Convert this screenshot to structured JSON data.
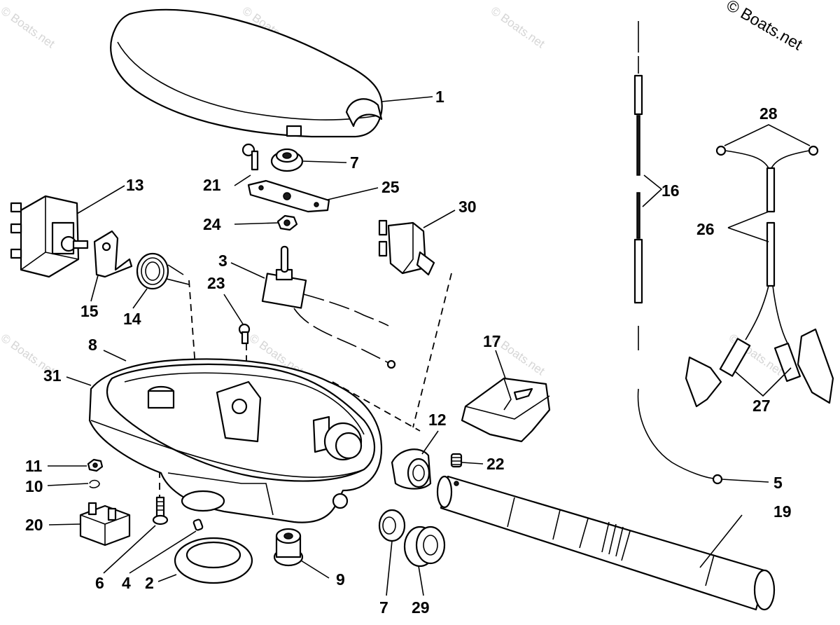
{
  "copyright": "© Boats.net",
  "watermark": "© Boats.net",
  "callouts": [
    {
      "id": "1",
      "text": "1"
    },
    {
      "id": "7a",
      "text": "7"
    },
    {
      "id": "21",
      "text": "21"
    },
    {
      "id": "25",
      "text": "25"
    },
    {
      "id": "24",
      "text": "24"
    },
    {
      "id": "30",
      "text": "30"
    },
    {
      "id": "13",
      "text": "13"
    },
    {
      "id": "3",
      "text": "3"
    },
    {
      "id": "23",
      "text": "23"
    },
    {
      "id": "15",
      "text": "15"
    },
    {
      "id": "14",
      "text": "14"
    },
    {
      "id": "8",
      "text": "8"
    },
    {
      "id": "31",
      "text": "31"
    },
    {
      "id": "17",
      "text": "17"
    },
    {
      "id": "12",
      "text": "12"
    },
    {
      "id": "22",
      "text": "22"
    },
    {
      "id": "11",
      "text": "11"
    },
    {
      "id": "10",
      "text": "10"
    },
    {
      "id": "20",
      "text": "20"
    },
    {
      "id": "6",
      "text": "6"
    },
    {
      "id": "4",
      "text": "4"
    },
    {
      "id": "2",
      "text": "2"
    },
    {
      "id": "9",
      "text": "9"
    },
    {
      "id": "7b",
      "text": "7"
    },
    {
      "id": "29",
      "text": "29"
    },
    {
      "id": "19",
      "text": "19"
    },
    {
      "id": "5",
      "text": "5"
    },
    {
      "id": "16",
      "text": "16"
    },
    {
      "id": "28",
      "text": "28"
    },
    {
      "id": "26",
      "text": "26"
    },
    {
      "id": "27",
      "text": "27"
    }
  ]
}
